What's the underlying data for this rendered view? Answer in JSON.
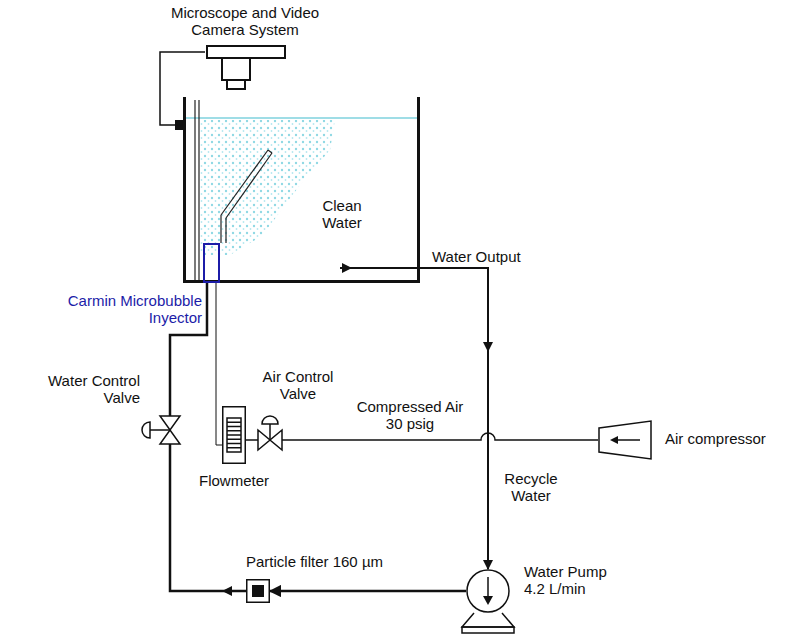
{
  "diagram": {
    "nodes": [
      {
        "text": [
          "Microscope and Video Camera System"
        ]
      },
      {
        "text": [
          "Clean Water"
        ]
      },
      {
        "text": [
          "Carmin Microbubble Inyector"
        ],
        "in": 1
      },
      {
        "text": [
          "Water Control Valve"
        ]
      },
      {
        "text": [
          "Flowmeter"
        ]
      },
      {
        "text": [
          "Air Control Valve"
        ]
      },
      {
        "text": [
          "Air compressor"
        ]
      },
      {
        "text": [
          "Particle filter 160 µm"
        ]
      },
      {
        "text": [
          "Water Pump 4.2 L/min"
        ]
      }
    ],
    "edges": [
      {
        "from": 0,
        "to": 1,
        "arrow": "none"
      },
      {
        "from": 1,
        "to": 8,
        "label": "Recycle Water",
        "arrow": "to"
      },
      {
        "from": 6,
        "to": 5,
        "label": "Compressed Air 30 psig",
        "arrow": "none"
      },
      {
        "from": 5,
        "to": 4,
        "arrow": "none"
      },
      {
        "from": 4,
        "to": 2,
        "arrow": "none"
      },
      {
        "from": 8,
        "to": 7,
        "arrow": "to"
      },
      {
        "from": 7,
        "to": 3,
        "arrow": "none"
      },
      {
        "from": 3,
        "to": 2,
        "arrow": "none"
      }
    ],
    "labels": [
      "Water Output"
    ]
  }
}
